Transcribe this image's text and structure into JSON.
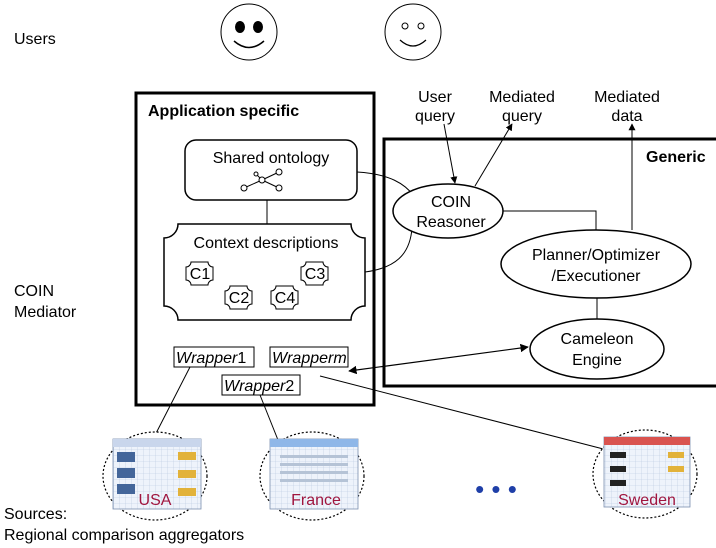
{
  "labels": {
    "users": "Users",
    "coin_mediator_line1": "COIN",
    "coin_mediator_line2": "Mediator",
    "sources_line1": "Sources:",
    "sources_line2": "Regional comparison aggregators"
  },
  "application_box": {
    "title": "Application specific",
    "shared_ontology": "Shared ontology",
    "context_descriptions": "Context descriptions",
    "contexts": [
      "C1",
      "C2",
      "C3",
      "C4"
    ],
    "wrappers": {
      "wrapper1_prefix": "Wrapper",
      "wrapper1_suffix": "1",
      "wrapperm_prefix": "Wrapper",
      "wrapperm_suffix": "m",
      "wrapper2_prefix": "Wrapper",
      "wrapper2_suffix": "2"
    }
  },
  "generic_box": {
    "title": "Generic",
    "coin_reasoner_line1": "COIN",
    "coin_reasoner_line2": "Reasoner",
    "planner_line1": "Planner/Optimizer",
    "planner_line2": "/Executioner",
    "cameleon_line1": "Cameleon",
    "cameleon_line2": "Engine"
  },
  "flows": {
    "user_query_line1": "User",
    "user_query_line2": "query",
    "mediated_query_line1": "Mediated",
    "mediated_query_line2": "query",
    "mediated_data_line1": "Mediated",
    "mediated_data_line2": "data"
  },
  "sources": [
    "USA",
    "France",
    "Sweden"
  ],
  "ellipsis": "• • •",
  "colors": {
    "source_label": "#a0153e",
    "line": "#000000"
  }
}
